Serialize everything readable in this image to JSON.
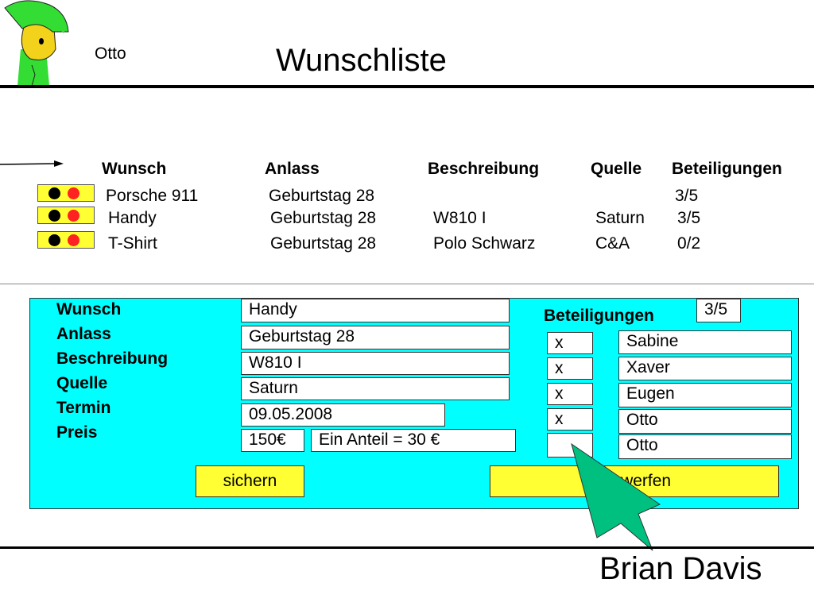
{
  "user": {
    "name": "Otto"
  },
  "page": {
    "title": "Wunschliste",
    "author": "Brian Davis"
  },
  "table": {
    "headers": [
      "Wunsch",
      "Anlass",
      "Beschreibung",
      "Quelle",
      "Beteiligungen"
    ],
    "rows": [
      {
        "wunsch": "Porsche 911",
        "anlass": "Geburtstag 28",
        "beschreibung": "",
        "quelle": "",
        "beteiligungen": "3/5"
      },
      {
        "wunsch": "Handy",
        "anlass": "Geburtstag 28",
        "beschreibung": "W810 I",
        "quelle": "Saturn",
        "beteiligungen": "3/5"
      },
      {
        "wunsch": "T-Shirt",
        "anlass": "Geburtstag 28",
        "beschreibung": "Polo Schwarz",
        "quelle": "C&A",
        "beteiligungen": "0/2"
      }
    ]
  },
  "form": {
    "labels": {
      "wunsch": "Wunsch",
      "anlass": "Anlass",
      "beschreibung": "Beschreibung",
      "quelle": "Quelle",
      "termin": "Termin",
      "preis": "Preis"
    },
    "values": {
      "wunsch": "Handy",
      "anlass": "Geburtstag 28",
      "beschreibung": "W810 I",
      "quelle": "Saturn",
      "termin": "09.05.2008",
      "preis": "150€",
      "anteil": "Ein Anteil = 30 €"
    },
    "beteiligungen_label": "Beteiligungen",
    "beteiligungen_count": "3/5",
    "participants": [
      {
        "check": "x",
        "name": "Sabine"
      },
      {
        "check": "x",
        "name": "Xaver"
      },
      {
        "check": "x",
        "name": "Eugen"
      },
      {
        "check": "x",
        "name": "Otto"
      },
      {
        "check": "",
        "name": "Otto"
      }
    ],
    "buttons": {
      "save": "sichern",
      "discard": "verwerfen"
    }
  },
  "colors": {
    "panel": "#00ffff",
    "toggle": "#ffff33",
    "discard_button": "#ffff33",
    "pointer": "#00c080",
    "avatar": "#33dd33"
  },
  "icons": {
    "avatar": "avatar-icon",
    "arrow": "arrow-right-icon",
    "pointer": "pointer-arrow-icon"
  }
}
